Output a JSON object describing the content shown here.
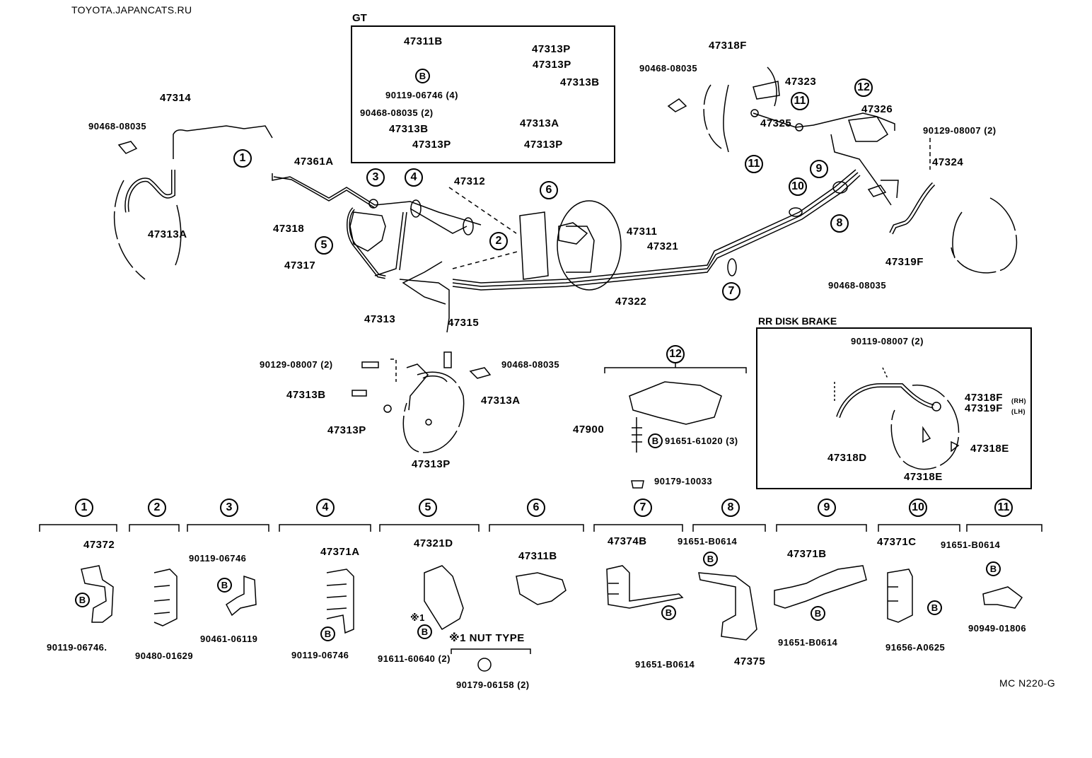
{
  "watermark": "TOYOTA.JAPANCATS.RU",
  "diagram_code": "MC N220-G",
  "insets": {
    "gt": {
      "title": "GT",
      "labels": [
        "47311B",
        "47313P",
        "47313P",
        "47313B",
        "90119-06746 (4)",
        "90468-08035 (2)",
        "47313B",
        "47313A",
        "47313P",
        "47313P"
      ],
      "bolt_symbol": "B"
    },
    "rr_disk": {
      "title": "RR DISK BRAKE",
      "labels": [
        "90119-08007 (2)",
        "47318F",
        "(RH)",
        "47319F",
        "(LH)",
        "47318D",
        "47318E",
        "47318E"
      ]
    }
  },
  "main": {
    "front_left": [
      "47314",
      "90468-08035",
      "47313A"
    ],
    "center": [
      "47361A",
      "47318",
      "47317",
      "47313",
      "47315",
      "47312",
      "47311",
      "47321",
      "47322"
    ],
    "rear": [
      "47318F",
      "90468-08035",
      "47323",
      "47325",
      "47326",
      "90129-08007 (2)",
      "47324",
      "47319F",
      "90468-08035"
    ],
    "front_right": [
      "90129-08007 (2)",
      "90468-08035",
      "47313B",
      "47313A",
      "47313P",
      "47313P"
    ],
    "valve12": [
      "47900",
      "91651-61020 (3)",
      "90179-10033"
    ],
    "callouts": [
      "1",
      "2",
      "3",
      "4",
      "5",
      "6",
      "7",
      "8",
      "9",
      "10",
      "11",
      "11",
      "12",
      "12"
    ]
  },
  "clamps": [
    {
      "ref": "1",
      "parts": [
        "47372",
        "90119-06746."
      ]
    },
    {
      "ref": "2",
      "parts": [
        "90480-01629"
      ]
    },
    {
      "ref": "3",
      "parts": [
        "90119-06746",
        "90461-06119"
      ]
    },
    {
      "ref": "4",
      "parts": [
        "47371A",
        "90119-06746"
      ]
    },
    {
      "ref": "5",
      "parts": [
        "47321D",
        "※1",
        "91611-60640 (2)"
      ]
    },
    {
      "ref": "6",
      "parts": [
        "47311B"
      ]
    },
    {
      "ref": "7",
      "parts": [
        "47374B",
        "91651-B0614"
      ]
    },
    {
      "ref": "8",
      "parts": [
        "91651-B0614",
        "47375"
      ]
    },
    {
      "ref": "9",
      "parts": [
        "47371B",
        "91651-B0614"
      ]
    },
    {
      "ref": "10",
      "parts": [
        "47371C",
        "91656-A0625"
      ]
    },
    {
      "ref": "11",
      "parts": [
        "91651-B0614",
        "90949-01806"
      ]
    }
  ],
  "nut_type": {
    "title": "※1 NUT TYPE",
    "part": "90179-06158 (2)"
  },
  "bolt_symbol": "B"
}
